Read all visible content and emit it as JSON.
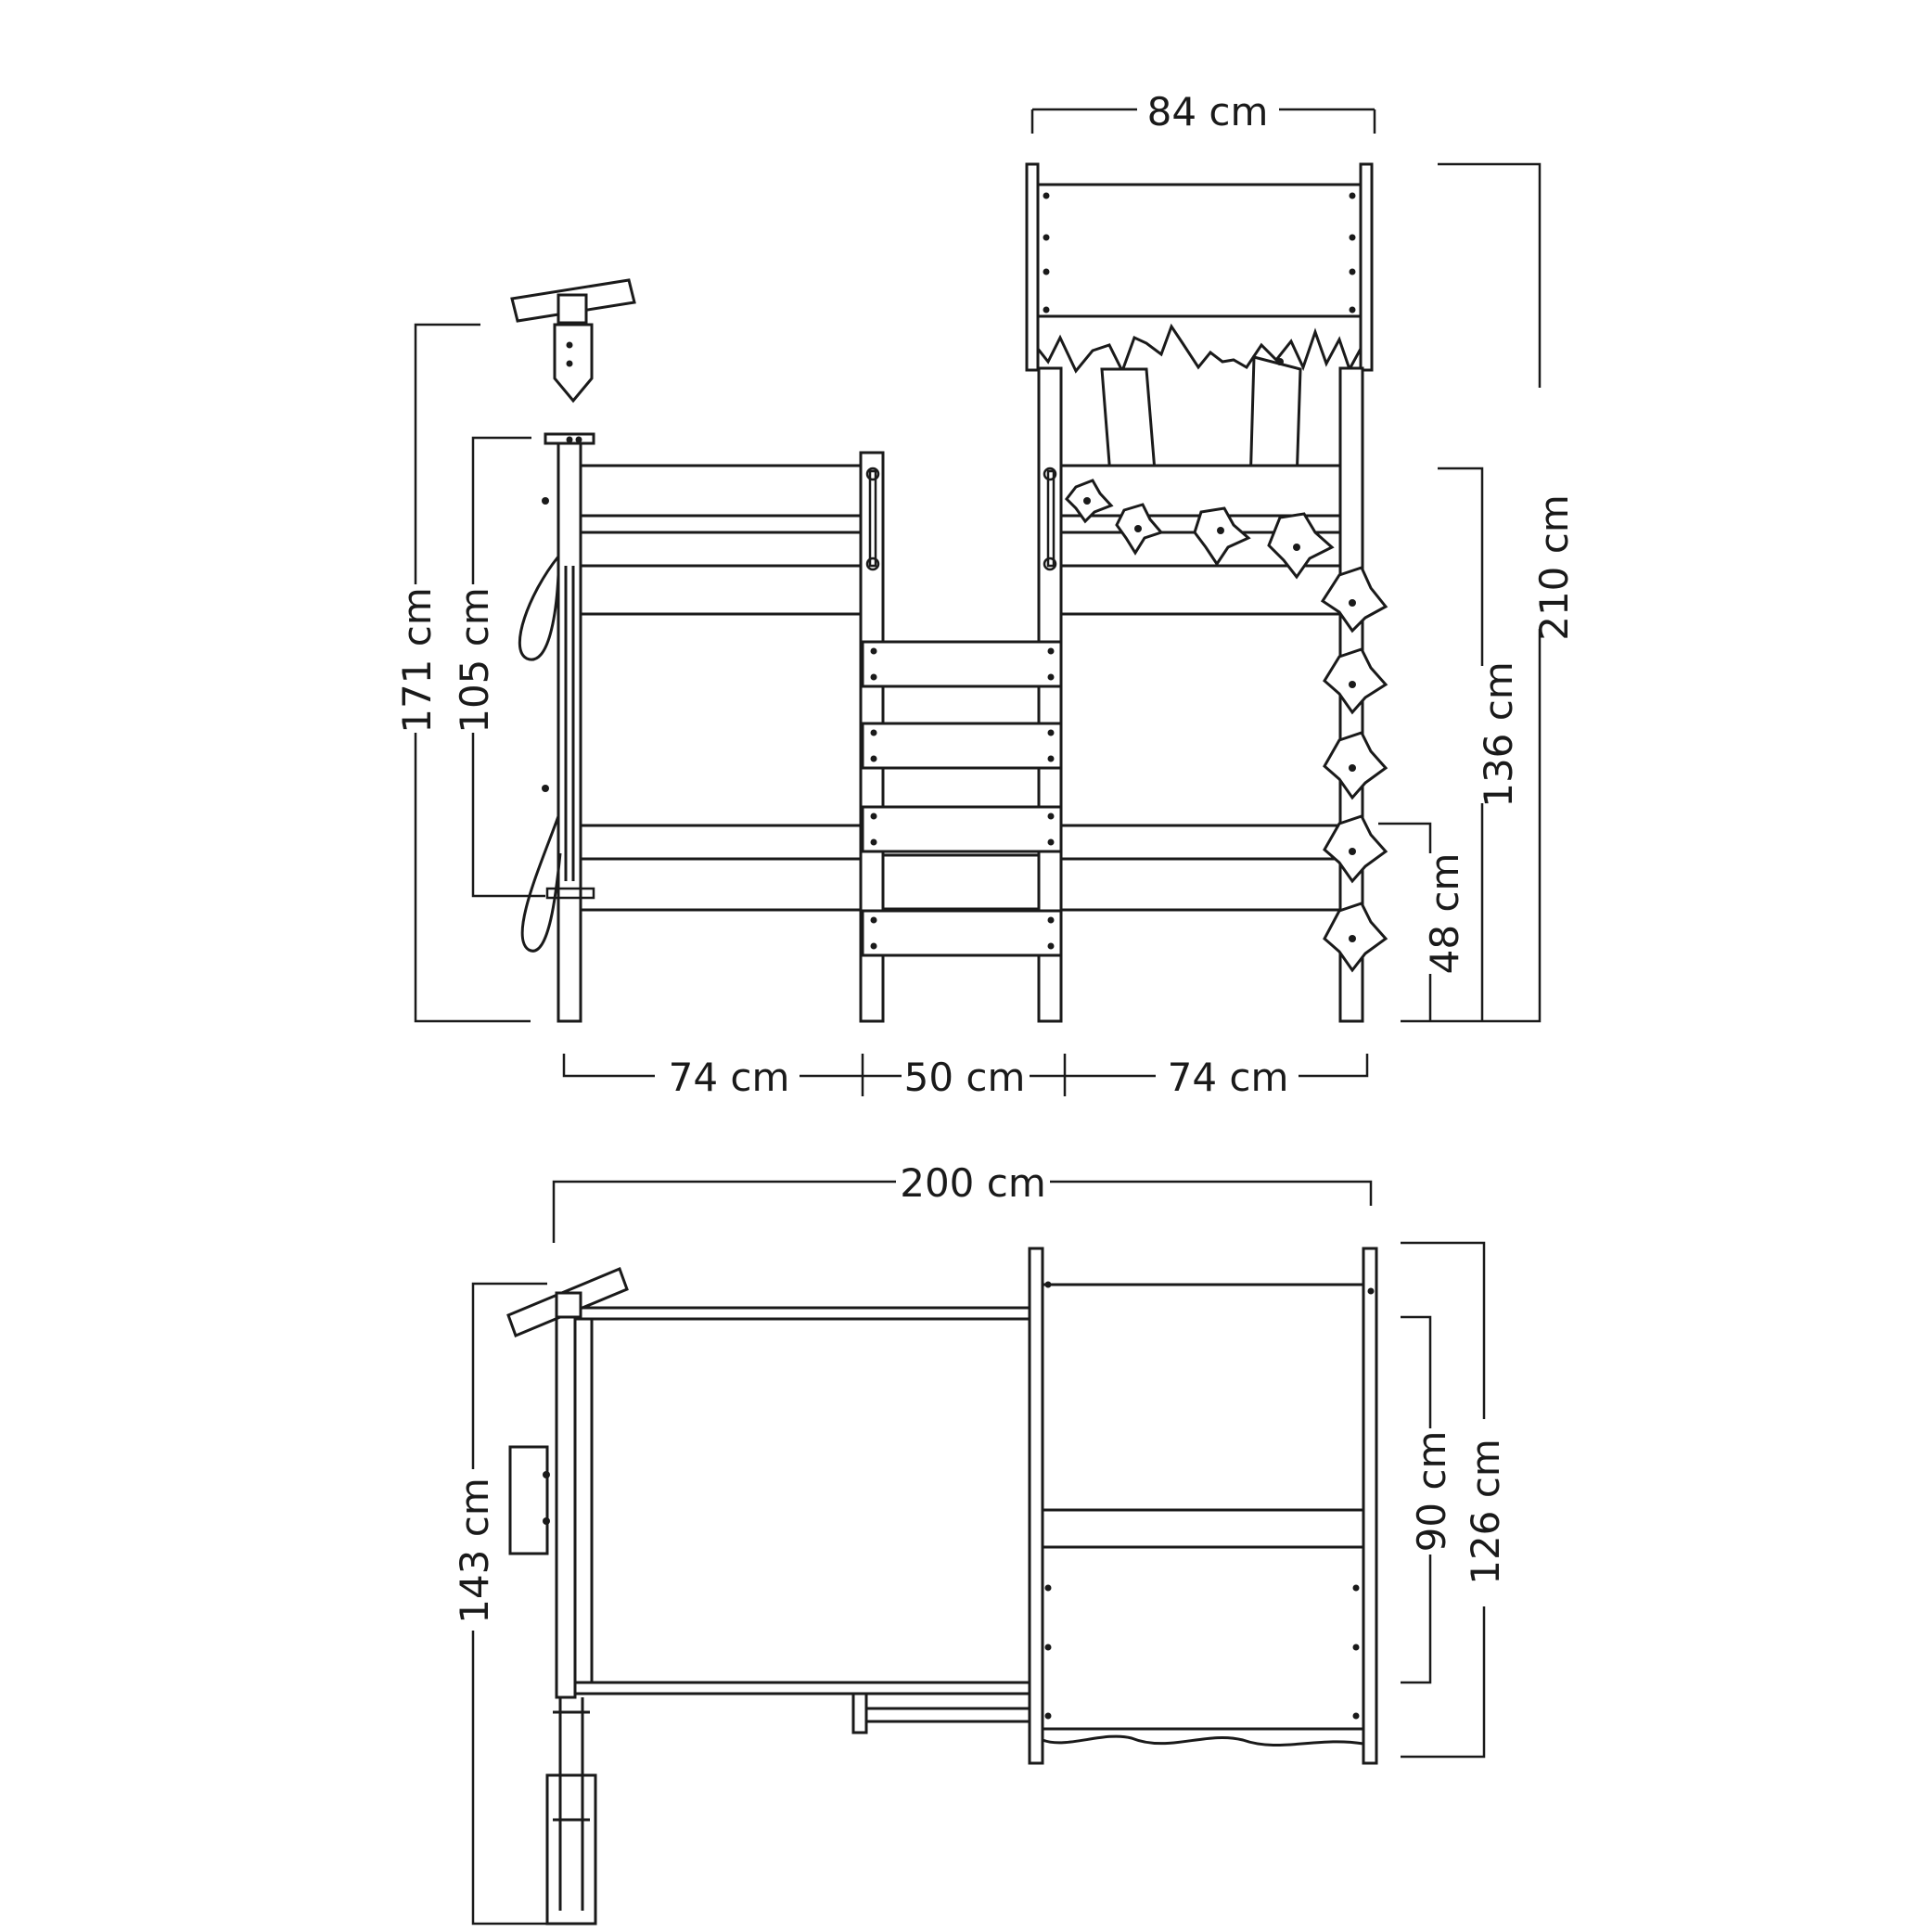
{
  "front_view": {
    "dimensions": {
      "roof_width": "84 cm",
      "total_height": "210 cm",
      "periscope_height": "171 cm",
      "rail_height": "105 cm",
      "platform_height": "136 cm",
      "lower_height": "48 cm",
      "left_span": "74 cm",
      "ladder_span": "50 cm",
      "right_span": "74 cm"
    }
  },
  "top_view": {
    "dimensions": {
      "total_length": "200 cm",
      "total_depth": "143 cm",
      "inner_depth": "90 cm",
      "tower_depth": "126 cm"
    }
  }
}
